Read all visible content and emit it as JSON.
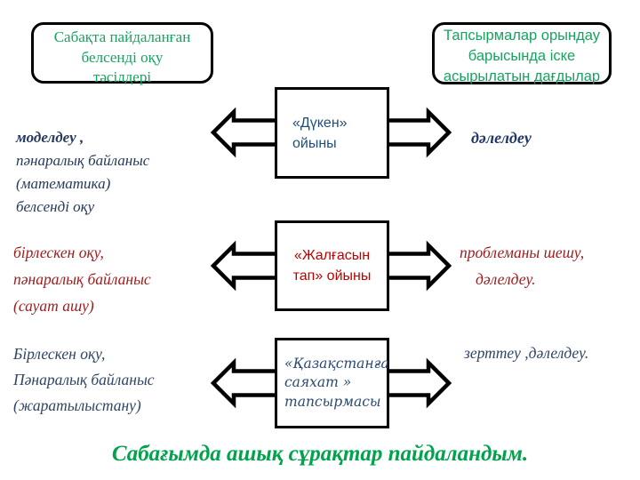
{
  "colors": {
    "callout_green": "#17a35f",
    "footer_green": "#00a24c",
    "box1_text_blue": "#1f4e79",
    "box2_text_red": "#c00000",
    "box3_text_blue": "#2a4a73",
    "side_navy": "#24395c",
    "side_maroon": "#9d1d1b",
    "outline_black": "#000000"
  },
  "top_left_box": {
    "lines": [
      "Сабақта пайдаланған",
      "белсенді оқу",
      "тәсілдері"
    ]
  },
  "top_right_box": {
    "lines": [
      "Тапсырмалар орындау",
      "барысында іске",
      "асырылатын дағдылар"
    ]
  },
  "rows": [
    {
      "box_lines": [
        "«Дүкен»",
        "ойыны"
      ],
      "left_lines": [
        "моделдеу ,",
        "пәнаралық байланыс",
        "(математика)",
        "белсенді оқу"
      ],
      "right_lines": [
        "дәлелдеу"
      ]
    },
    {
      "box_lines": [
        "«Жалғасын",
        "тап» ойыны"
      ],
      "left_lines": [
        "бірлескен оқу,",
        "пәнаралық байланыс",
        "(сауат ашу)"
      ],
      "right_lines": [
        "проблеманы шешу,",
        "дәлелдеу."
      ]
    },
    {
      "box_lines": [
        "«Қазақстанға",
        "саяхат »",
        "тапсырмасы"
      ],
      "left_lines": [
        "Бірлескен оқу,",
        "Пәнаралық байланыс",
        "(жаратылыстану)"
      ],
      "right_lines": [
        "зерттеу ,дәлелдеу."
      ]
    }
  ],
  "footer": {
    "text": "Сабағымда ашық сұрақтар пайдаландым."
  }
}
